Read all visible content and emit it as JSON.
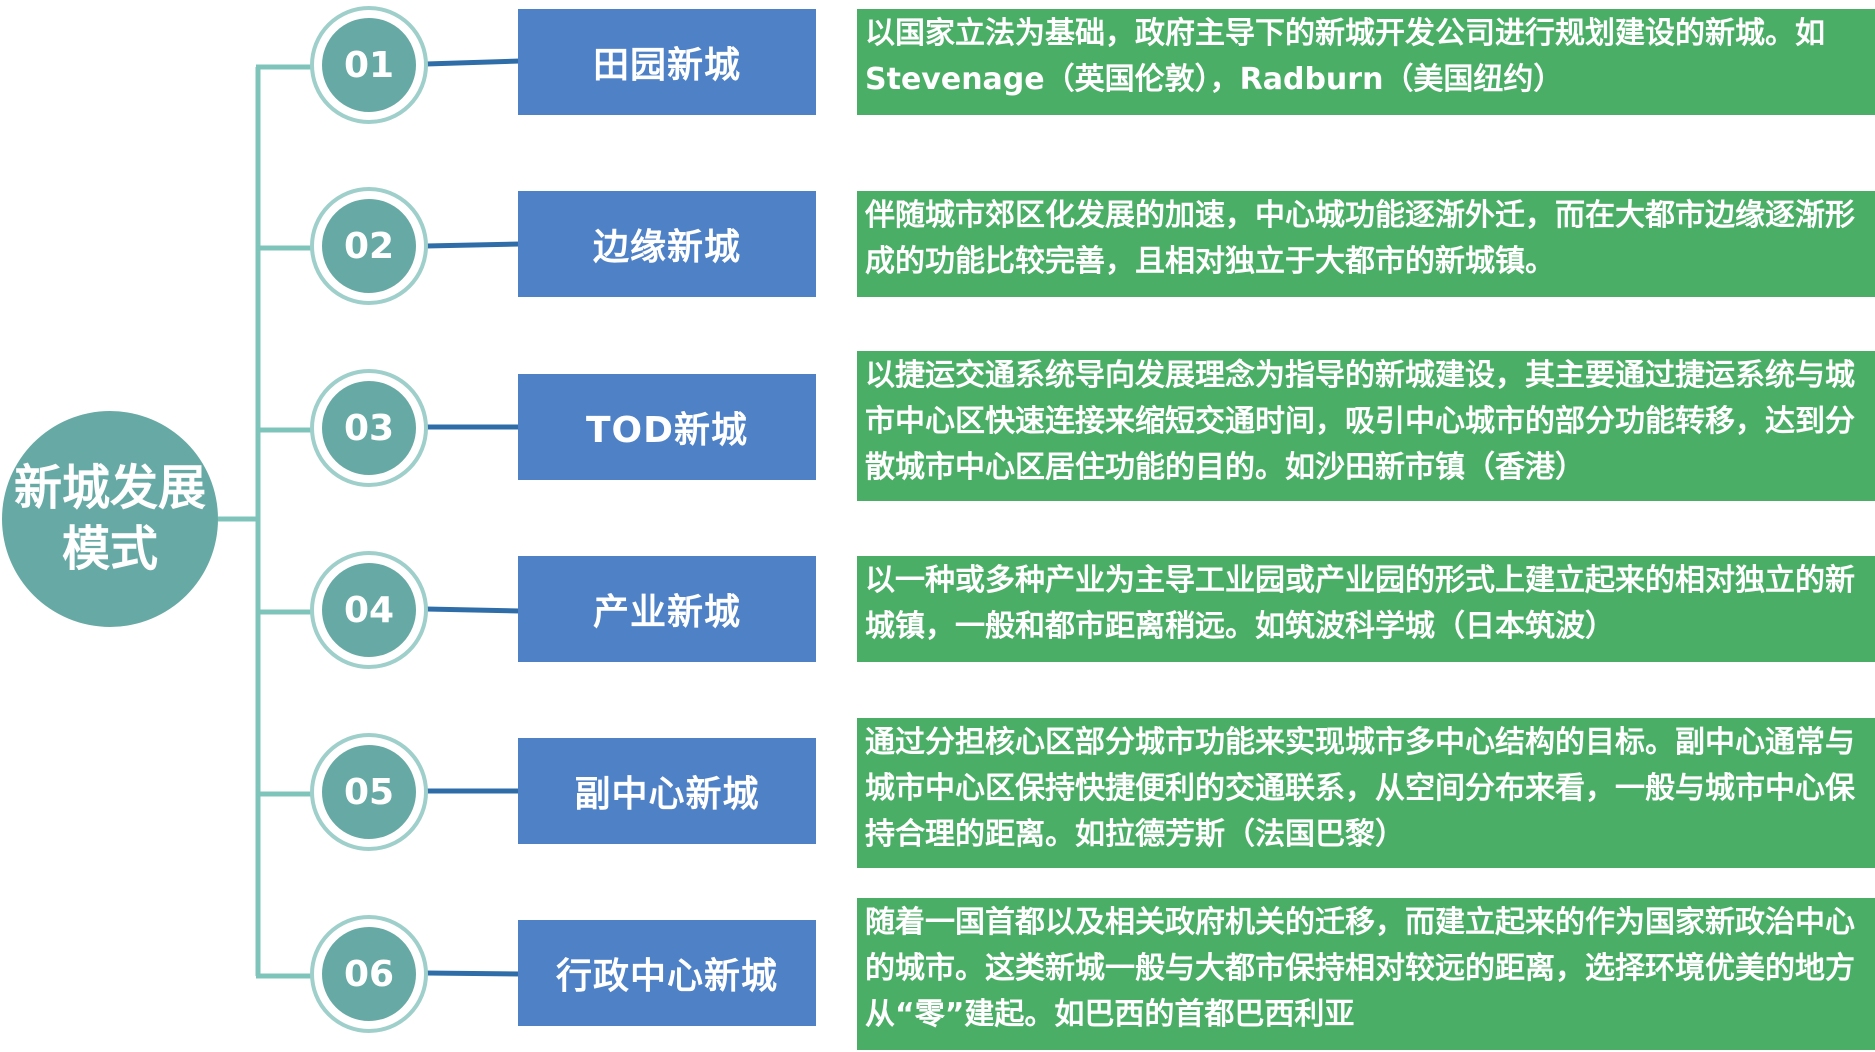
{
  "root": {
    "label": "新城发展模式"
  },
  "items": [
    {
      "number": "01",
      "title": "田园新城",
      "description": "以国家立法为基础，政府主导下的新城开发公司进行规划建设的新城。如Stevenage（英国伦敦），Radburn（美国纽约）"
    },
    {
      "number": "02",
      "title": "边缘新城",
      "description": "伴随城市郊区化发展的加速，中心城功能逐渐外迁，而在大都市边缘逐渐形成的功能比较完善，且相对独立于大都市的新城镇。"
    },
    {
      "number": "03",
      "title": "TOD新城",
      "description": "以捷运交通系统导向发展理念为指导的新城建设，其主要通过捷运系统与城市中心区快速连接来缩短交通时间，吸引中心城市的部分功能转移，达到分散城市中心区居住功能的目的。如沙田新市镇（香港）"
    },
    {
      "number": "04",
      "title": "产业新城",
      "description": "以一种或多种产业为主导工业园或产业园的形式上建立起来的相对独立的新城镇，一般和都市距离稍远。如筑波科学城（日本筑波）"
    },
    {
      "number": "05",
      "title": "副中心新城",
      "description": "通过分担核心区部分城市功能来实现城市多中心结构的目标。副中心通常与城市中心区保持快捷便利的交通联系，从空间分布来看，一般与城市中心保持合理的距离。如拉德芳斯（法国巴黎）"
    },
    {
      "number": "06",
      "title": "行政中心新城",
      "description": "随着一国首都以及相关政府机关的迁移，而建立起来的作为国家新政治中心的城市。这类新城一般与大都市保持相对较远的距离，选择环境优美的地方从“零”建起。如巴西的首都巴西利亚"
    }
  ]
}
